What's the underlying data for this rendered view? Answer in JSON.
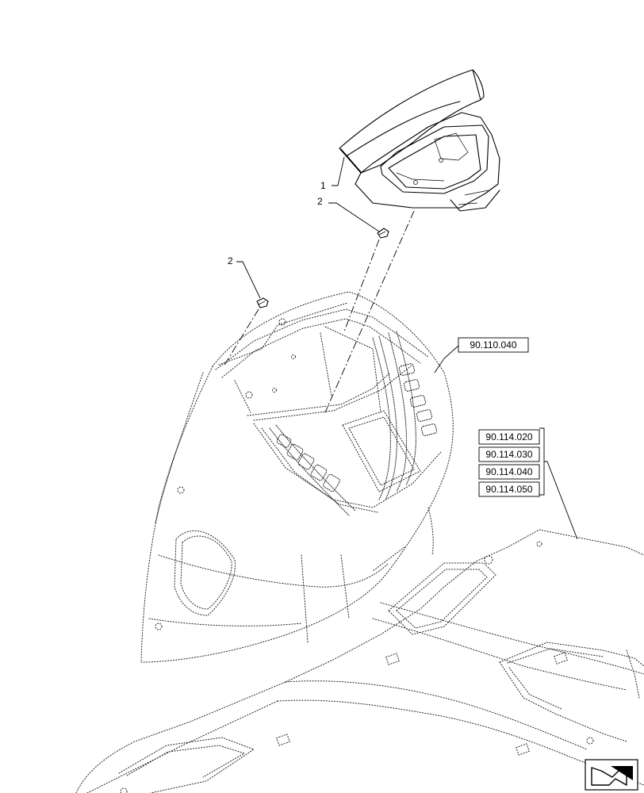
{
  "callouts": {
    "part1": "1",
    "part2_upper": "2",
    "part2_lower": "2"
  },
  "references": {
    "cross_ref_console": "90.110.040",
    "cross_ref_floor": [
      "90.114.020",
      "90.114.030",
      "90.114.040",
      "90.114.050"
    ]
  },
  "icons": {
    "corner_icon": "next-page-arrow-icon"
  }
}
